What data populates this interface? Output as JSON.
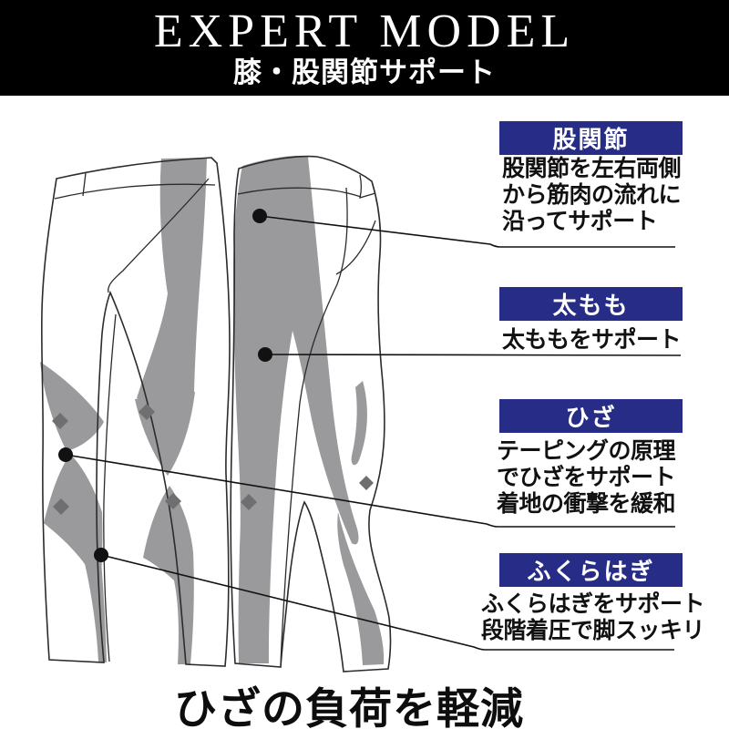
{
  "header": {
    "title": "EXPERT MODEL",
    "subtitle": "膝・股関節サポート"
  },
  "sections": [
    {
      "id": "hip",
      "label": "股関節",
      "lines": [
        "股関節を左右両側",
        "から筋肉の流れに",
        "沿ってサポート"
      ]
    },
    {
      "id": "thigh",
      "label": "太もも",
      "lines": [
        "太ももをサポート"
      ]
    },
    {
      "id": "knee",
      "label": "ひざ",
      "lines": [
        "テーピングの原理",
        "でひざをサポート",
        "着地の衝撃を緩和"
      ]
    },
    {
      "id": "calf",
      "label": "ふくらはぎ",
      "lines": [
        "ふくらはぎをサポート",
        "段階着圧で脚スッキリ"
      ]
    }
  ],
  "footer": {
    "title": "ひざの負荷を軽減"
  },
  "colors": {
    "banner_bg": "#000000",
    "banner_text": "#ffffff",
    "accent_navy": "#272c87",
    "support_gray": "#9a9a9c",
    "support_gray_dark": "#6f6f71",
    "outline": "#2b2b2b",
    "callout_black": "#111111"
  },
  "illustration": {
    "description": "compression tights shown in two views with gray support zones and four callout markers",
    "markers": [
      "hip",
      "thigh",
      "knee",
      "calf"
    ]
  }
}
